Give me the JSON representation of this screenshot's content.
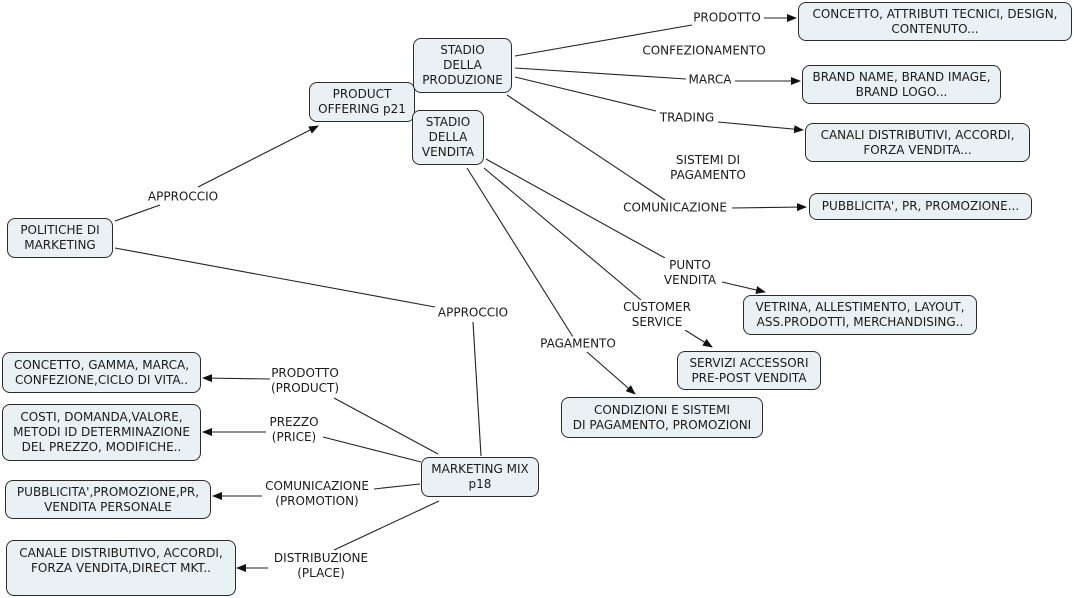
{
  "nodes": {
    "politiche": "POLITICHE DI\nMARKETING",
    "product_offering": "PRODUCT\nOFFERING p21",
    "stadio_produzione": "STADIO\nDELLA\nPRODUZIONE",
    "stadio_vendita": "STADIO\nDELLA\nVENDITA",
    "concetto_attributi": "CONCETTO, ATTRIBUTI TECNICI, DESIGN,\nCONTENUTO...",
    "brand": "BRAND NAME, BRAND IMAGE,\nBRAND LOGO...",
    "canali": "CANALI DISTRIBUTIVI, ACCORDI,\nFORZA VENDITA...",
    "pubblicita_pr": "PUBBLICITA', PR, PROMOZIONE...",
    "vetrina": "VETRINA, ALLESTIMENTO, LAYOUT,\nASS.PRODOTTI, MERCHANDISING..",
    "servizi": "SERVIZI ACCESSORI\nPRE-POST VENDITA",
    "condizioni": "CONDIZIONI E SISTEMI\nDI PAGAMENTO, PROMOZIONI",
    "marketing_mix": "MARKETING MIX\np18",
    "concetto_gamma": "CONCETTO, GAMMA, MARCA,\nCONFEZIONE,CICLO DI VITA..",
    "costi": "COSTI, DOMANDA,VALORE,\nMETODI ID DETERMINAZIONE\nDEL PREZZO, MODIFICHE..",
    "pubblicita_promozione": "PUBBLICITA',PROMOZIONE,PR,\nVENDITA PERSONALE",
    "canale_distributivo": "CANALE DISTRIBUTIVO, ACCORDI,\nFORZA VENDITA,DIRECT MKT.."
  },
  "link_labels": {
    "approccio_top": "APPROCCIO",
    "approccio_bottom": "APPROCCIO",
    "prodotto": "PRODOTTO",
    "confezionamento": "CONFEZIONAMENTO",
    "marca": "MARCA",
    "trading": "TRADING",
    "sistemi_pagamento": "SISTEMI DI\nPAGAMENTO",
    "comunicazione": "COMUNICAZIONE",
    "punto_vendita": "PUNTO\nVENDITA",
    "customer_service": "CUSTOMER\nSERVICE",
    "pagamento": "PAGAMENTO",
    "mm_prodotto": "PRODOTTO\n(PRODUCT)",
    "mm_prezzo": "PREZZO\n(PRICE)",
    "mm_comunicazione": "COMUNICAZIONE\n(PROMOTION)",
    "mm_distribuzione": "DISTRIBUZIONE\n(PLACE)"
  },
  "colors": {
    "node_fill": "#e9f1f4",
    "stroke": "#2b2b2b"
  }
}
